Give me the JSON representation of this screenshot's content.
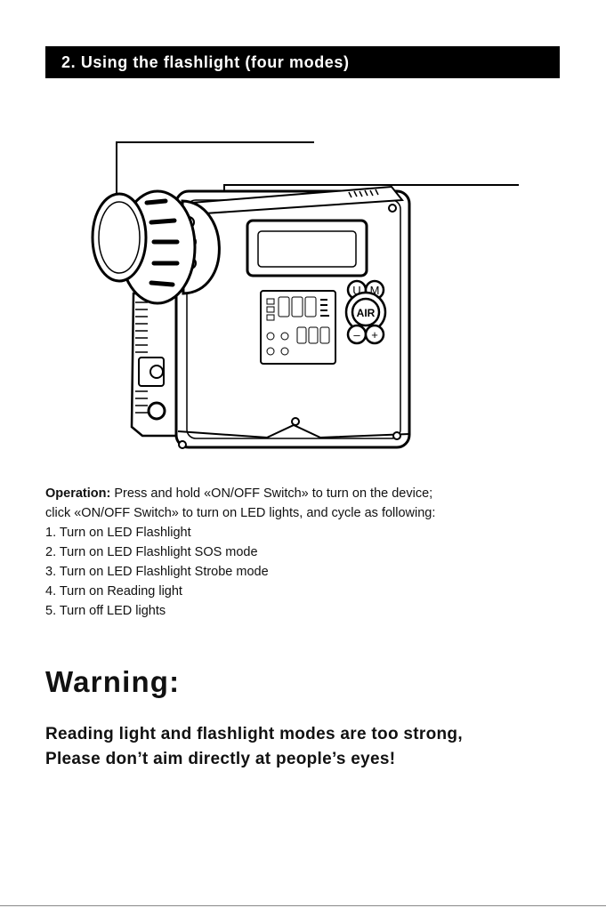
{
  "section": {
    "title": "2. Using the flashlight (four modes)"
  },
  "device_illustration": {
    "icon": "air-compressor-device-icon",
    "buttons": {
      "u": "U",
      "m": "M",
      "air": "AIR",
      "minus": "–",
      "plus": "+"
    }
  },
  "operation": {
    "lead": "Operation:",
    "line1": " Press and hold «ON/OFF Switch» to turn on the device;",
    "line2": "click  «ON/OFF Switch» to turn on LED lights, and cycle as following:",
    "steps": [
      "1. Turn on LED Flashlight",
      "2. Turn on LED Flashlight SOS mode",
      "3. Turn on LED Flashlight Strobe mode",
      "4. Turn on Reading light",
      "5. Turn off LED lights"
    ]
  },
  "warning": {
    "title": "Warning:",
    "line1": "Reading light and flashlight modes are too strong,",
    "line2": "Please don’t aim directly at people’s eyes!"
  }
}
